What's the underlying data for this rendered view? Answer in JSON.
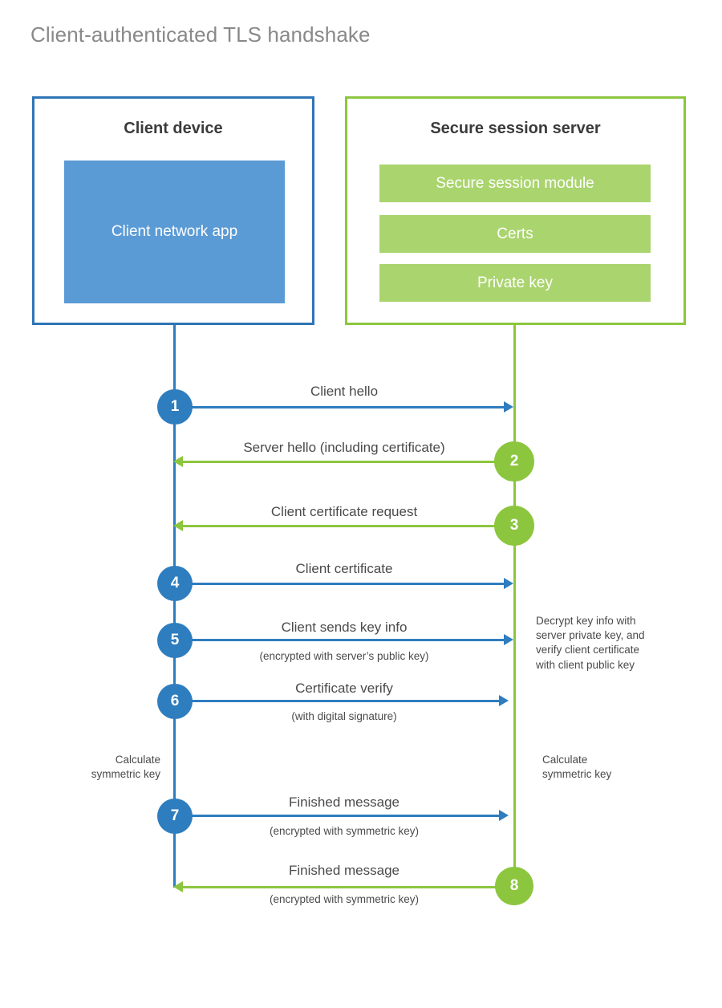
{
  "title": "Client-authenticated TLS handshake",
  "colors": {
    "client_border": "#2E75B6",
    "client_accent": "#5B9BD5",
    "client_line": "#2E7DBF",
    "server_border": "#8CC63F",
    "server_accent": "#AAD46E",
    "server_line": "#8CC63F",
    "title_text": "#898989",
    "body_text": "#4a4a4a",
    "heading_text": "#3b3b3b",
    "background": "#ffffff"
  },
  "client": {
    "title": "Client device",
    "app_label": "Client network app"
  },
  "server": {
    "title": "Secure session server",
    "components": [
      "Secure session module",
      "Certs",
      "Private key"
    ]
  },
  "steps": [
    {
      "number": "1",
      "label": "Client hello",
      "sublabel": "",
      "direction": "client-to-server",
      "color": "blue"
    },
    {
      "number": "2",
      "label": "Server hello (including certificate)",
      "sublabel": "",
      "direction": "server-to-client",
      "color": "green"
    },
    {
      "number": "3",
      "label": "Client certificate request",
      "sublabel": "",
      "direction": "server-to-client",
      "color": "green"
    },
    {
      "number": "4",
      "label": "Client certificate",
      "sublabel": "",
      "direction": "client-to-server",
      "color": "blue"
    },
    {
      "number": "5",
      "label": "Client sends key info",
      "sublabel": "(encrypted with server’s public key)",
      "direction": "client-to-server",
      "color": "blue"
    },
    {
      "number": "6",
      "label": "Certificate verify",
      "sublabel": "(with digital signature)",
      "direction": "client-to-server",
      "color": "blue"
    },
    {
      "number": "7",
      "label": "Finished message",
      "sublabel": "(encrypted with symmetric key)",
      "direction": "client-to-server",
      "color": "blue"
    },
    {
      "number": "8",
      "label": "Finished message",
      "sublabel": "(encrypted with symmetric key)",
      "direction": "server-to-client",
      "color": "green"
    }
  ],
  "notes": {
    "server_decrypt": "Decrypt key info with\nserver private key, and\nverify client certificate\nwith client public key",
    "client_calculate": "Calculate\nsymmetric key",
    "server_calculate": "Calculate\nsymmetric key"
  }
}
